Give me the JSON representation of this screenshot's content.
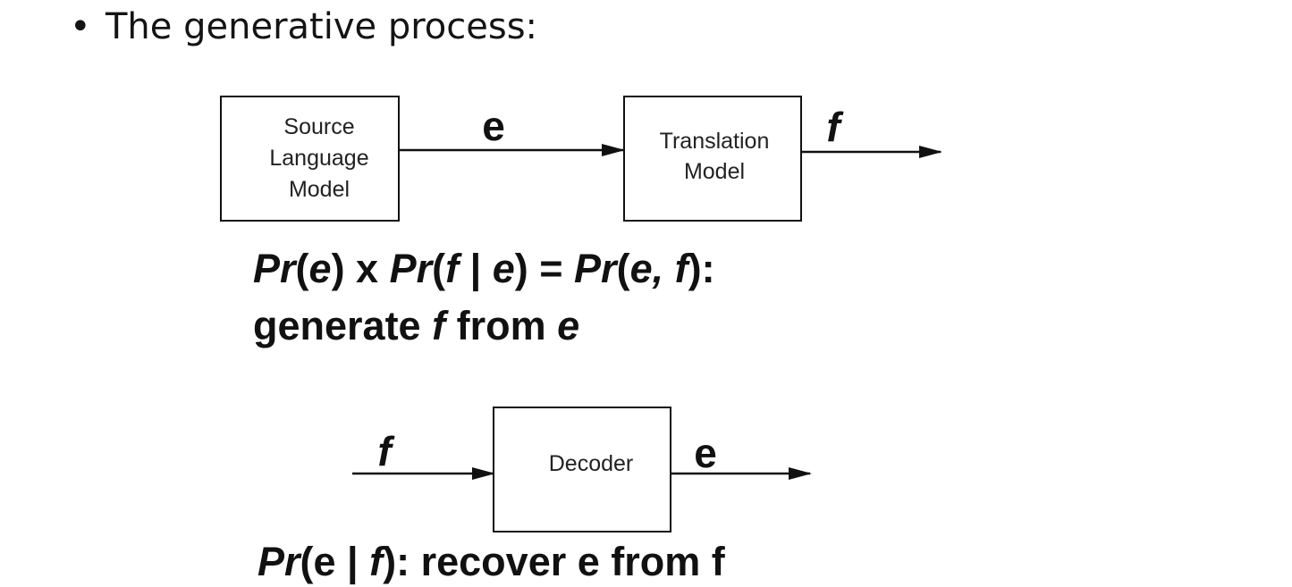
{
  "bullet": {
    "symbol": "•",
    "text": "The generative process:"
  },
  "top_diagram": {
    "source_box": [
      "Source",
      "Language",
      "Model"
    ],
    "translation_box": [
      "Translation",
      "Model"
    ],
    "arrow1_label": "e",
    "arrow2_label": "f"
  },
  "formula1": {
    "line1": {
      "p1": "Pr",
      "p2": "(",
      "p3": "e",
      "p4": ") x ",
      "p5": "Pr",
      "p6": "(",
      "p7": "f",
      "p8": " | ",
      "p9": "e",
      "p10": ") = ",
      "p11": "Pr",
      "p12": "(",
      "p13": "e, f",
      "p14": "):"
    },
    "line2": {
      "p1": "generate ",
      "p2": "f",
      "p3": " from ",
      "p4": "e"
    }
  },
  "bottom_diagram": {
    "decoder_box": "Decoder",
    "input_label": "f",
    "output_label": "e"
  },
  "formula2": {
    "p1": "Pr",
    "p2": "(e | ",
    "p3": "f",
    "p4": "): recover e from f"
  }
}
